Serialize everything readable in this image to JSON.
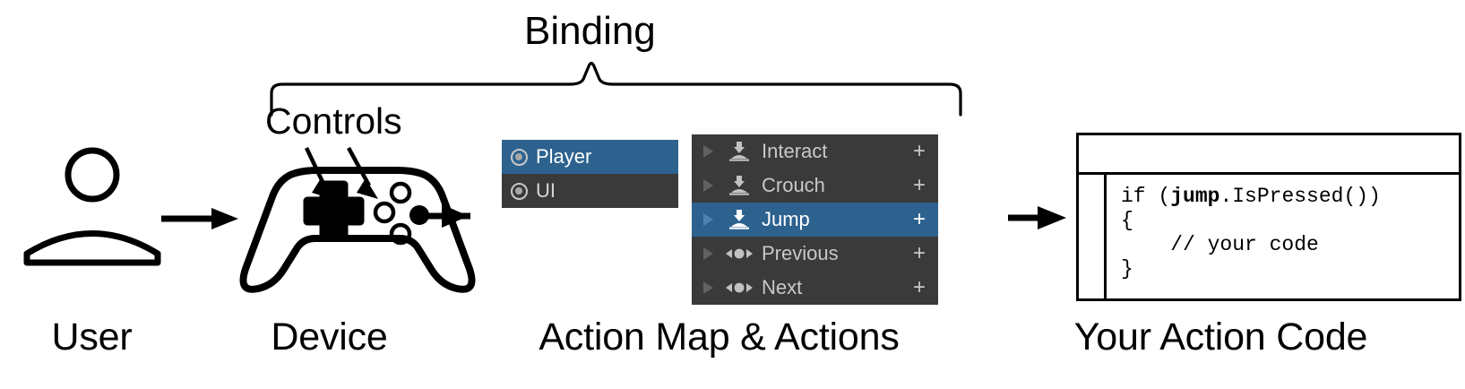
{
  "diagram": {
    "annotations": {
      "binding": "Binding",
      "controls": "Controls"
    },
    "captions": {
      "user": "User",
      "device": "Device",
      "actions": "Action Map & Actions",
      "code": "Your Action Code"
    }
  },
  "action_map_panel": {
    "rows": [
      {
        "label": "Player",
        "icon": "action-map-icon",
        "selected": true
      },
      {
        "label": "UI",
        "icon": "action-map-icon",
        "selected": false
      }
    ]
  },
  "actions_panel": {
    "add_label": "+",
    "rows": [
      {
        "label": "Interact",
        "icon": "button-action-icon",
        "selected": false,
        "add": "+"
      },
      {
        "label": "Crouch",
        "icon": "button-action-icon",
        "selected": false,
        "add": "+"
      },
      {
        "label": "Jump",
        "icon": "button-action-icon",
        "selected": true,
        "add": "+"
      },
      {
        "label": "Previous",
        "icon": "axis-action-icon",
        "selected": false,
        "add": "+"
      },
      {
        "label": "Next",
        "icon": "axis-action-icon",
        "selected": false,
        "add": "+"
      }
    ]
  },
  "code_window": {
    "line1_prefix": "if (",
    "line1_bold": "jump",
    "line1_suffix": ".IsPressed())",
    "line2": "{",
    "line3": "    // your code",
    "line4": "}"
  },
  "colors": {
    "selection_blue": "#2d628f",
    "panel_dark": "#3a3a3a",
    "text_grey": "#c8c8c8",
    "ink": "#000000",
    "background": "#ffffff"
  }
}
